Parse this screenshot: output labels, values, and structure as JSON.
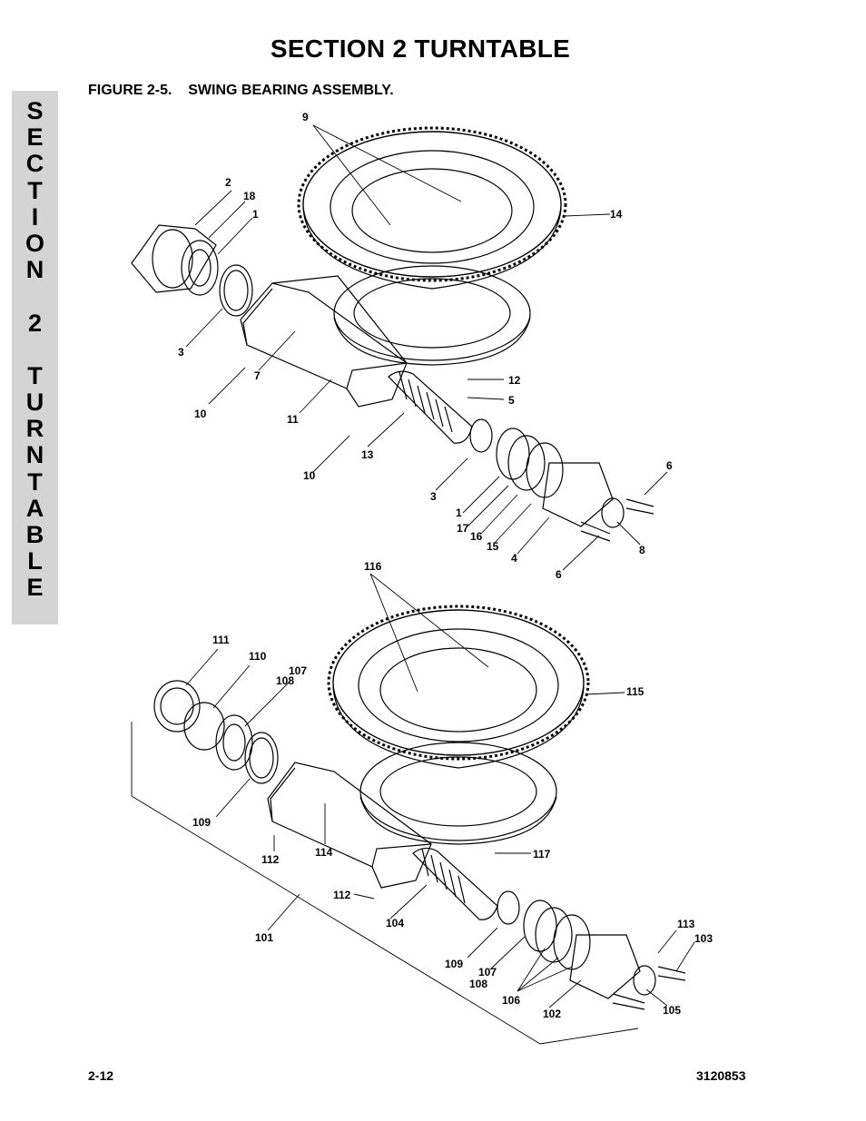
{
  "side_tab": {
    "letters": [
      "S",
      "E",
      "C",
      "T",
      "I",
      "O",
      "N",
      " ",
      "2",
      " ",
      "T",
      "U",
      "R",
      "N",
      "T",
      "A",
      "B",
      "L",
      "E"
    ]
  },
  "page_title": "SECTION 2  TURNTABLE",
  "figure_title": "FIGURE 2-5.    SWING BEARING ASSEMBLY.",
  "diagram_top": {
    "callouts": [
      "9",
      "2",
      "18",
      "1",
      "14",
      "3",
      "7",
      "12",
      "5",
      "10",
      "11",
      "13",
      "10",
      "6",
      "3",
      "1",
      "17",
      "16",
      "15",
      "4",
      "8",
      "6"
    ]
  },
  "diagram_bottom": {
    "callouts": [
      "116",
      "111",
      "110",
      "107",
      "108",
      "115",
      "109",
      "112",
      "114",
      "117",
      "112",
      "101",
      "104",
      "113",
      "103",
      "109",
      "107",
      "108",
      "106",
      "102",
      "105"
    ]
  },
  "footer": {
    "page_number": "2-12",
    "doc_number": "3120853"
  }
}
